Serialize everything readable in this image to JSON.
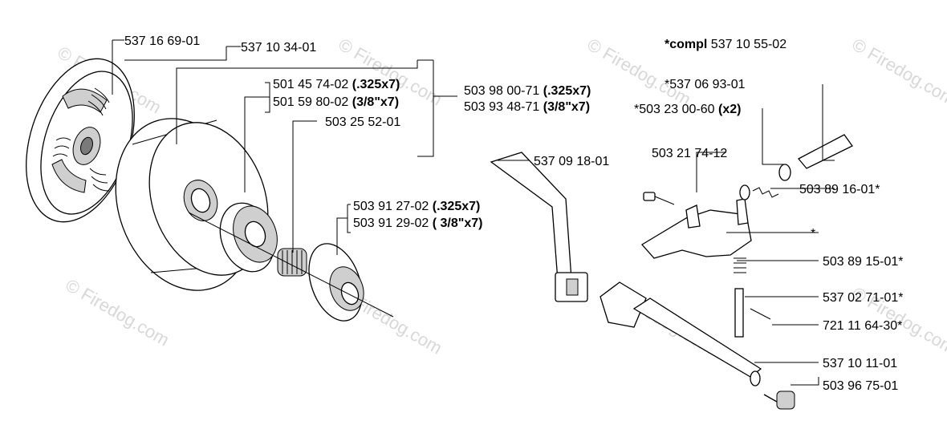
{
  "watermark": "© Firedog.com",
  "labels": {
    "p537166901": "537 16 69-01",
    "p537103401": "537 10 34-01",
    "p501457402": "501 45 74-02 ",
    "p501457402_size": "(.325x7)",
    "p501598002": "501 59 80-02 ",
    "p501598002_size": "(3/8\"x7)",
    "p503980071": "503 98 00-71 ",
    "p503980071_size": "(.325x7)",
    "p503934871": "503 93 48-71 ",
    "p503934871_size": "(3/8\"x7)",
    "p503255201": "503 25 52-01",
    "p503912702": "503 91 27-02 ",
    "p503912702_size": "(.325x7)",
    "p503912902": "503 91 29-02 ",
    "p503912902_size": "( 3/8\"x7)",
    "compl_prefix": "*compl",
    "compl_number": " 537 10 55-02",
    "p537069301": "*537 06 93-01",
    "p503230060": "*503 23 00-60 ",
    "p503230060_qty": "(x2)",
    "p537091801": "537 09 18-01",
    "p503217412": "503 21 74-12",
    "p503891601": "503 89 16-01*",
    "star": "*",
    "p503891501": "503 89 15-01*",
    "p537027101": "537 02 71-01*",
    "p721116430": "721 11 64-30*",
    "p537101101": "537 10 11-01",
    "p503967501": "503 96 75-01"
  }
}
